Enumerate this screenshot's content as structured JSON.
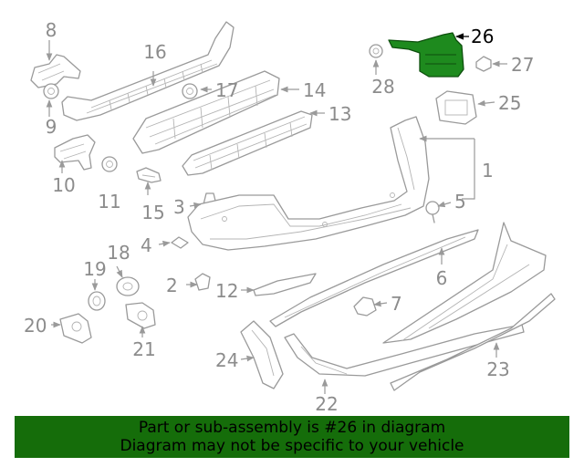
{
  "callouts": {
    "c1": "1",
    "c2": "2",
    "c3": "3",
    "c4": "4",
    "c5": "5",
    "c6": "6",
    "c7": "7",
    "c8": "8",
    "c9": "9",
    "c10": "10",
    "c11": "11",
    "c12": "12",
    "c13": "13",
    "c14": "14",
    "c15": "15",
    "c16": "16",
    "c17": "17",
    "c18": "18",
    "c19": "19",
    "c20": "20",
    "c21": "21",
    "c22": "22",
    "c23": "23",
    "c24": "24",
    "c25": "25",
    "c26": "26",
    "c27": "27",
    "c28": "28"
  },
  "highlight": {
    "part_number": "26",
    "color": "#1e8a1e"
  },
  "banner": {
    "line1": "Part or sub-assembly is #26 in diagram",
    "line2": "Diagram may not be specific to your vehicle",
    "background": "#156d0a"
  }
}
